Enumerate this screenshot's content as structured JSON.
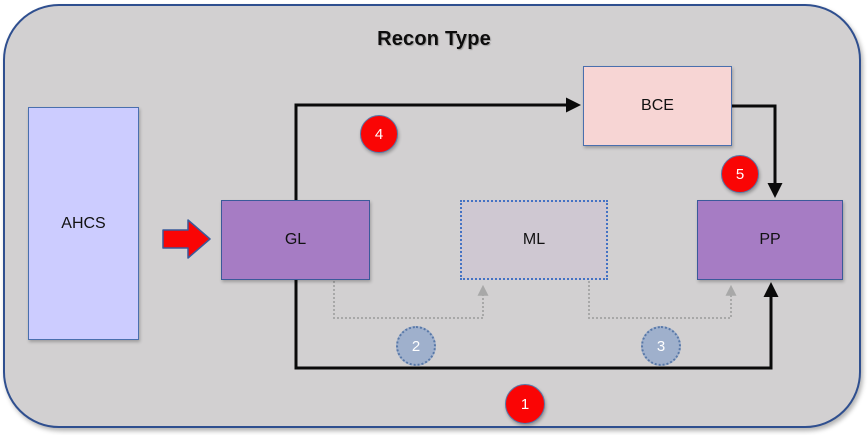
{
  "diagram": {
    "title": "Recon Type",
    "container": {
      "fill": "#d2d0d1",
      "border": "#2f4f8f"
    },
    "nodes": [
      {
        "id": "ahcs",
        "label": "AHCS",
        "fill": "#ccccff",
        "border": "#4a6fae",
        "style": "solid"
      },
      {
        "id": "gl",
        "label": "GL",
        "fill": "#a67cc4",
        "border": "#3b5a9a",
        "style": "solid"
      },
      {
        "id": "ml",
        "label": "ML",
        "fill": "#cfc8d2",
        "border": "#4472c4",
        "style": "dotted"
      },
      {
        "id": "bce",
        "label": "BCE",
        "fill": "#f7d5d4",
        "border": "#4a6fae",
        "style": "solid"
      },
      {
        "id": "pp",
        "label": "PP",
        "fill": "#a67cc4",
        "border": "#3b5a9a",
        "style": "solid"
      }
    ],
    "badges": [
      {
        "id": "1",
        "label": "1",
        "color": "#fa0505",
        "kind": "red"
      },
      {
        "id": "2",
        "label": "2",
        "color": "#9fb0cc",
        "kind": "blue"
      },
      {
        "id": "3",
        "label": "3",
        "color": "#9fb0cc",
        "kind": "blue"
      },
      {
        "id": "4",
        "label": "4",
        "color": "#fa0505",
        "kind": "red"
      },
      {
        "id": "5",
        "label": "5",
        "color": "#fa0505",
        "kind": "red"
      }
    ],
    "connectors": [
      {
        "id": "ahcs-to-gl",
        "from": "AHCS",
        "to": "GL",
        "style": "block-arrow",
        "color": "#fa0505"
      },
      {
        "id": "gl-to-pp",
        "from": "GL",
        "to": "PP",
        "style": "solid",
        "color": "#0a0a0a",
        "badge": "1"
      },
      {
        "id": "gl-to-ml",
        "from": "GL",
        "to": "ML",
        "style": "dotted",
        "color": "#a8a8a8",
        "badge": "2"
      },
      {
        "id": "ml-to-pp",
        "from": "ML",
        "to": "PP",
        "style": "dotted",
        "color": "#a8a8a8",
        "badge": "3"
      },
      {
        "id": "gl-to-bce",
        "from": "GL",
        "to": "BCE",
        "style": "solid",
        "color": "#0a0a0a",
        "badge": "4"
      },
      {
        "id": "bce-to-pp",
        "from": "BCE",
        "to": "PP",
        "style": "solid",
        "color": "#0a0a0a",
        "badge": "5"
      }
    ]
  }
}
